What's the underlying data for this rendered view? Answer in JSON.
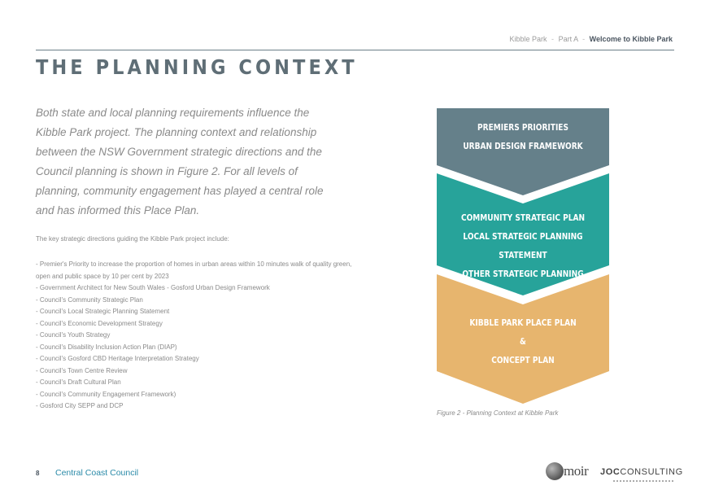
{
  "header": {
    "section": "Kibble Park",
    "separator": "-",
    "part": "Part A",
    "current_page": "Welcome to Kibble Park"
  },
  "title": "THE PLANNING CONTEXT",
  "intro": "Both state and local planning requirements influence the Kibble Park project. The planning context and relationship between the NSW Government strategic directions and the Council planning is shown in Figure 2.  For all levels of planning, community engagement has played a central role and has informed this Place Plan.",
  "directions_intro": "The key strategic directions guiding the Kibble Park project include:",
  "directions": [
    "- Premier's Priority to increase the proportion of homes in urban areas within 10 minutes walk of quality green, open and public space by 10 per cent by 2023",
    "- Government Architect for New South Wales - Gosford Urban Design Framework",
    "- Council's Community Strategic Plan",
    "- Council's Local Strategic Planning Statement",
    "- Council's Economic Development Strategy",
    "- Council's Youth Strategy",
    "- Council's Disability Inclusion Action Plan (DIAP)",
    "- Council's Gosford CBD Heritage Interpretation Strategy",
    "- Council's Town Centre Review",
    "- Council's Draft Cultural Plan",
    "- Council's Community Engagement Framework)",
    "- Gosford City SEPP and DCP"
  ],
  "figure": {
    "stages": [
      {
        "lines": [
          "PREMIERS PRIORITIES",
          "URBAN DESIGN FRAMEWORK"
        ],
        "color": "#65808a"
      },
      {
        "lines": [
          "COMMUNITY STRATEGIC PLAN",
          "LOCAL STRATEGIC PLANNING STATEMENT",
          "OTHER  STRATEGIC PLANNING"
        ],
        "color": "#27a39a"
      },
      {
        "lines": [
          "KIBBLE PARK PLACE PLAN",
          "&",
          "CONCEPT PLAN"
        ],
        "color": "#e7b56e"
      }
    ],
    "caption": "Figure 2 - Planning Context at Kibble Park"
  },
  "footer": {
    "page_number": "8",
    "organisation": "Central Coast Council",
    "logos": [
      {
        "name": "moir",
        "text": "moir"
      },
      {
        "name": "joc-consulting",
        "text_bold": "JOC",
        "text": "CONSULTING"
      }
    ]
  }
}
